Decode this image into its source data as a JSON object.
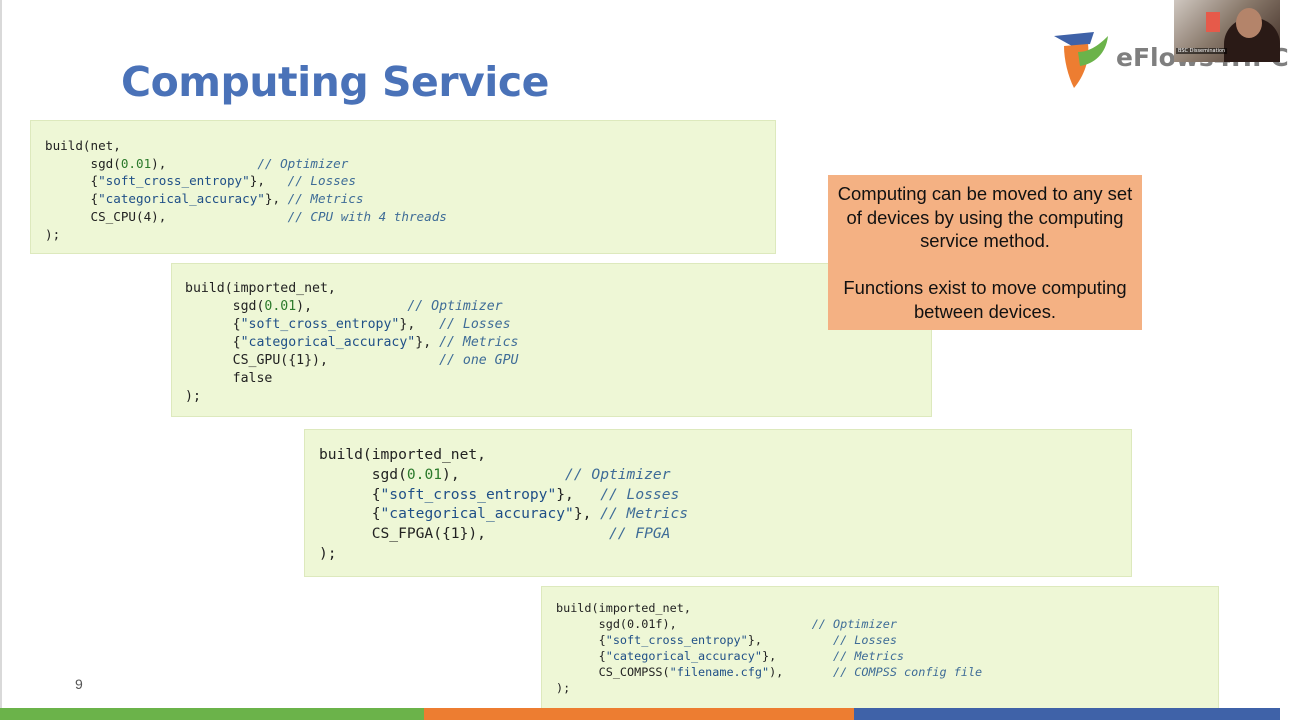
{
  "slide": {
    "title": "Computing Service",
    "page_number": "9",
    "logo_text": "eFlows4HPC",
    "webcam_label": "BSC Dissemination",
    "colors": {
      "title": "#4a72b8",
      "code_background": "#eef7d6",
      "callout_background": "#f4b183",
      "bar_green": "#6bb34a",
      "bar_orange": "#ed7d31",
      "bar_blue": "#3f62a8"
    }
  },
  "callout": {
    "line1": "Computing can be moved to any set of devices by using the computing service method.",
    "line2": "Functions exist to move computing between devices."
  },
  "code": {
    "cpu": {
      "l1": "build(net,",
      "l2a": "      sgd(",
      "l2n": "0.01",
      "l2b": "),            ",
      "l2c": "// Optimizer",
      "l3a": "      {",
      "l3s": "\"soft_cross_entropy\"",
      "l3b": "},   ",
      "l3c": "// Losses",
      "l4a": "      {",
      "l4s": "\"categorical_accuracy\"",
      "l4b": "}, ",
      "l4c": "// Metrics",
      "l5a": "      CS_CPU(4),                ",
      "l5c": "// CPU with 4 threads",
      "l6": ");"
    },
    "gpu": {
      "l1": "build(imported_net,",
      "l2a": "      sgd(",
      "l2n": "0.01",
      "l2b": "),            ",
      "l2c": "// Optimizer",
      "l3a": "      {",
      "l3s": "\"soft_cross_entropy\"",
      "l3b": "},   ",
      "l3c": "// Losses",
      "l4a": "      {",
      "l4s": "\"categorical_accuracy\"",
      "l4b": "}, ",
      "l4c": "// Metrics",
      "l5a": "      CS_GPU({1}),              ",
      "l5c": "// one GPU",
      "l6": "      false",
      "l7": ");"
    },
    "fpga": {
      "l1": "build(imported_net,",
      "l2a": "      sgd(",
      "l2n": "0.01",
      "l2b": "),            ",
      "l2c": "// Optimizer",
      "l3a": "      {",
      "l3s": "\"soft_cross_entropy\"",
      "l3b": "},   ",
      "l3c": "// Losses",
      "l4a": "      {",
      "l4s": "\"categorical_accuracy\"",
      "l4b": "}, ",
      "l4c": "// Metrics",
      "l5a": "      CS_FPGA({1}),              ",
      "l5c": "// FPGA",
      "l6": ");"
    },
    "compss": {
      "l1": "build(imported_net,",
      "l2a": "      sgd(0.01f),                   ",
      "l2c": "// Optimizer",
      "l3a": "      {",
      "l3s": "\"soft_cross_entropy\"",
      "l3b": "},          ",
      "l3c": "// Losses",
      "l4a": "      {",
      "l4s": "\"categorical_accuracy\"",
      "l4b": "},        ",
      "l4c": "// Metrics",
      "l5a": "      CS_COMPSS(",
      "l5s": "\"filename.cfg\"",
      "l5b": "),       ",
      "l5c": "// COMPSS config file",
      "l6": ");"
    }
  }
}
